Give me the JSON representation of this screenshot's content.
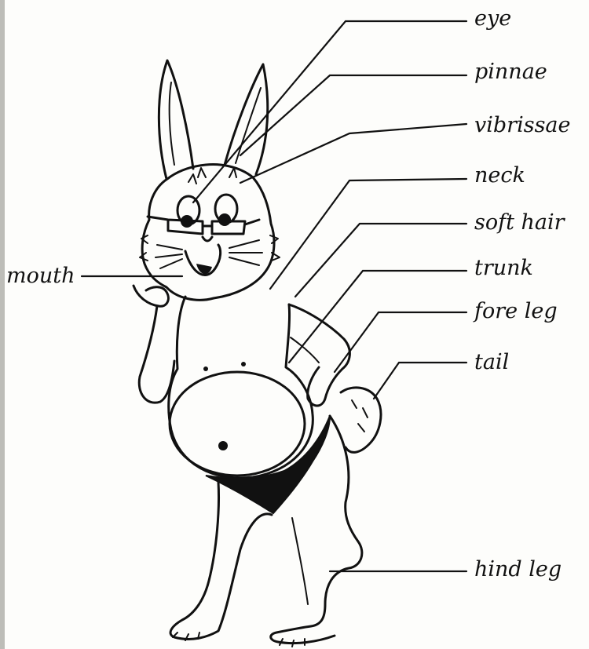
{
  "diagram": {
    "labels": {
      "eye": "eye",
      "pinnae": "pinnae",
      "vibrissae": "vibrissae",
      "neck": "neck",
      "soft_hair": "soft hair",
      "trunk": "trunk",
      "fore_leg": "fore leg",
      "tail": "tail",
      "hind_leg": "hind leg",
      "mouth": "mouth"
    }
  }
}
